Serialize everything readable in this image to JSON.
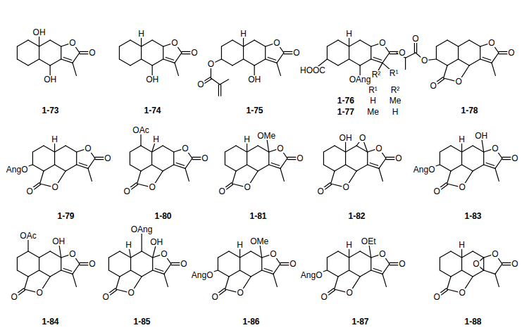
{
  "diagram": {
    "labels": [
      "OH",
      "O",
      "O",
      "OH",
      "1-73",
      "H",
      "O",
      "O",
      "OH",
      "1-74",
      "H",
      "O",
      "O",
      "O",
      "O",
      "OH",
      "1-75",
      "H",
      "O",
      "O",
      "R²",
      "R¹",
      "HOOC",
      "OAng",
      "R¹",
      "R²",
      "1-76",
      "H",
      "Me",
      "1-77",
      "Me",
      "H",
      "O",
      "O",
      "O",
      "O",
      "O",
      "O",
      "1-78",
      "H",
      "O",
      "O",
      "AngO",
      "O",
      "O",
      "1-79",
      "OAc",
      "H",
      "O",
      "O",
      "O",
      "O",
      "1-80",
      "H",
      "OMe",
      "O",
      "O",
      "O",
      "O",
      "1-81",
      "OH",
      "O",
      "O",
      "O",
      "O",
      "O",
      "1-82",
      "H",
      "OH",
      "O",
      "O",
      "AngO",
      "O",
      "O",
      "1-83",
      "OAc",
      "OH",
      "O",
      "O",
      "O",
      "O",
      "1-84",
      "H",
      "OAng",
      "OH",
      "O",
      "O",
      "O",
      "O",
      "1-85",
      "H",
      "OMe",
      "AngO",
      "O",
      "O",
      "O",
      "O",
      "1-86",
      "H",
      "OEt",
      "AngO",
      "O",
      "O",
      "O",
      "O",
      "1-87",
      "H",
      "O",
      "O",
      "O",
      "O",
      "O",
      "1-88"
    ]
  }
}
